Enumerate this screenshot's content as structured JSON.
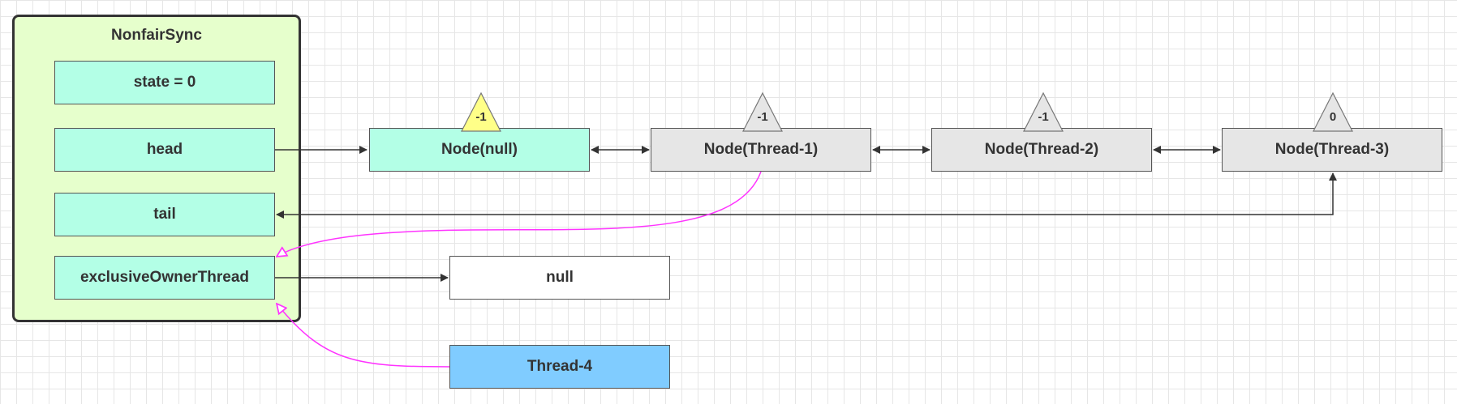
{
  "container": {
    "title": "NonfairSync"
  },
  "fields": {
    "state": "state = 0",
    "head": "head",
    "tail": "tail",
    "exclusive_owner_thread": "exclusiveOwnerThread"
  },
  "queue": {
    "nodes": [
      {
        "label": "Node(null)",
        "wait_status": "-1",
        "fill": "#b3ffe6",
        "marker_fill": "#ffff88"
      },
      {
        "label": "Node(Thread-1)",
        "wait_status": "-1",
        "fill": "#e6e6e6",
        "marker_fill": "#e6e6e6"
      },
      {
        "label": "Node(Thread-2)",
        "wait_status": "-1",
        "fill": "#e6e6e6",
        "marker_fill": "#e6e6e6"
      },
      {
        "label": "Node(Thread-3)",
        "wait_status": "0",
        "fill": "#e6e6e6",
        "marker_fill": "#e6e6e6"
      }
    ]
  },
  "owner_value": "null",
  "thread4": {
    "label": "Thread-4",
    "fill": "#80ccff"
  },
  "colors": {
    "container_fill": "#e6ffcc",
    "field_fill": "#b3ffe6",
    "connector": "#333333",
    "highlight_connector": "#ff33ff"
  }
}
